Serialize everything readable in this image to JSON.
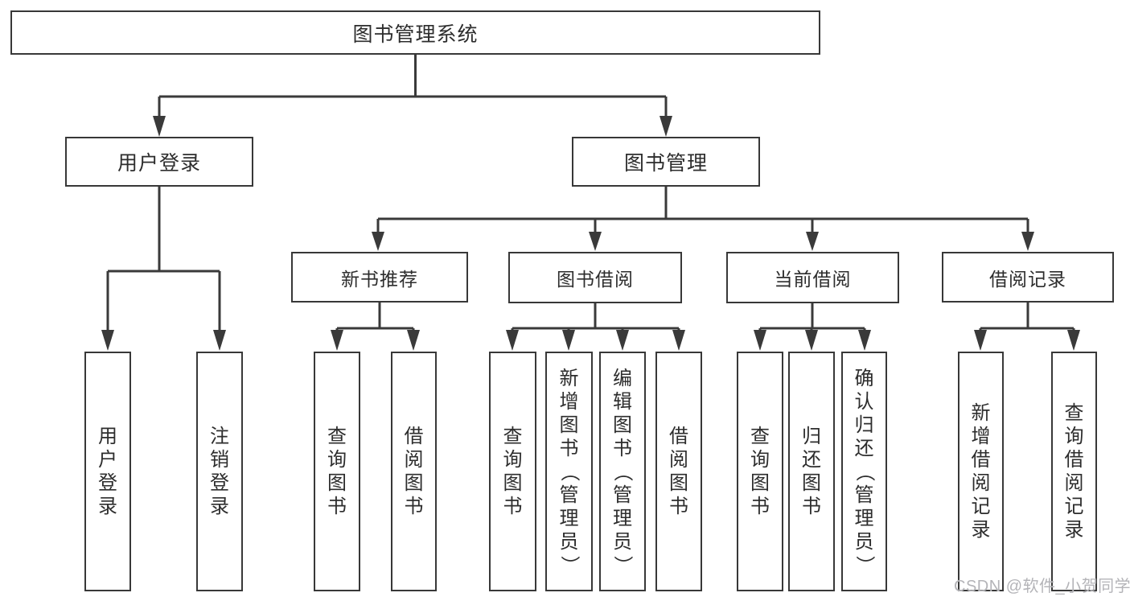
{
  "colors": {
    "line": "#3a3a3a",
    "border": "#383838",
    "text": "#2d2d2d",
    "box_bg": "#ffffff",
    "watermark": "#b4b4b8"
  },
  "tree": {
    "root": "图书管理系统",
    "login": {
      "label": "用户登录",
      "children": [
        "用户登录",
        "注销登录"
      ]
    },
    "mgmt": {
      "label": "图书管理",
      "groups": [
        {
          "label": "新书推荐",
          "children": [
            "查询图书",
            "借阅图书"
          ]
        },
        {
          "label": "图书借阅",
          "children": [
            "查询图书",
            "新增图书（管理员）",
            "编辑图书（管理员）",
            "借阅图书"
          ]
        },
        {
          "label": "当前借阅",
          "children": [
            "查询图书",
            "归还图书",
            "确认归还（管理员）"
          ]
        },
        {
          "label": "借阅记录",
          "children": [
            "新增借阅记录",
            "查询借阅记录"
          ]
        }
      ]
    }
  },
  "watermark": "CSDN @软件_小贺同学"
}
